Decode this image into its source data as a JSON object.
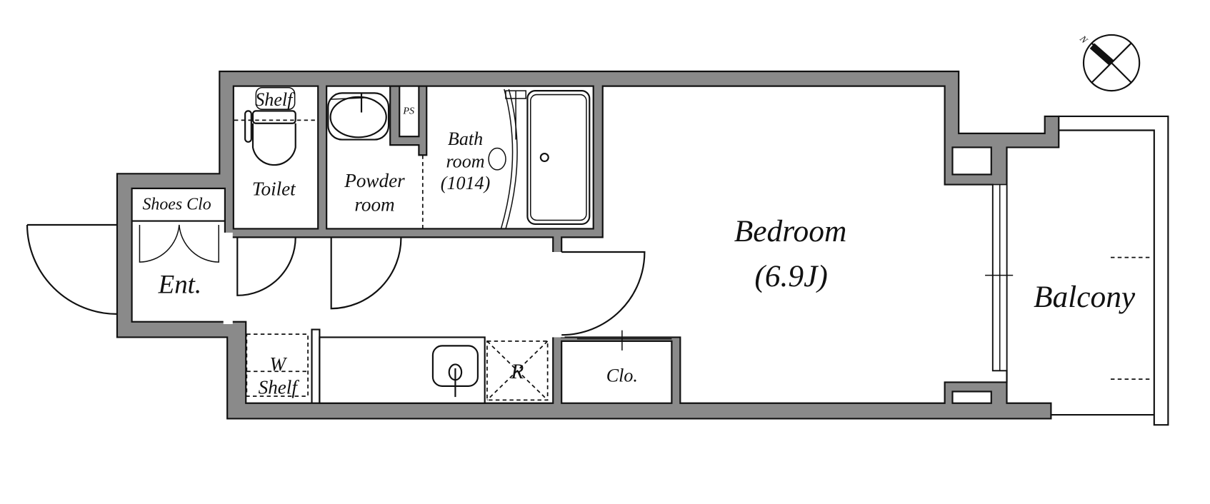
{
  "colors": {
    "wall": "#8a8a8a",
    "line": "#111111",
    "background": "#ffffff"
  },
  "compass": {
    "north_label": "N"
  },
  "rooms": {
    "toilet": "Toilet",
    "toilet_shelf": "Shelf",
    "powder_room_line1": "Powder",
    "powder_room_line2": "room",
    "pipe_space": "PS",
    "bathroom_line1": "Bath",
    "bathroom_line2": "room",
    "bathroom_size": "(1014)",
    "shoes_closet": "Shoes Clo",
    "entrance": "Ent.",
    "washer_line1": "W",
    "washer_line2": "Shelf",
    "refrigerator": "R",
    "closet": "Clo.",
    "bedroom": "Bedroom",
    "bedroom_size": "(6.9J)",
    "balcony": "Balcony"
  }
}
